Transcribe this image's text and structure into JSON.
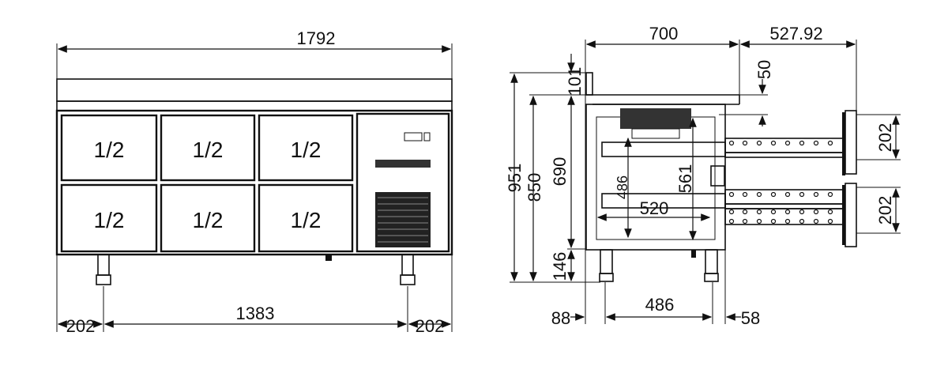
{
  "front_view": {
    "overall_width": "1792",
    "drawer_labels": [
      "1/2",
      "1/2",
      "1/2",
      "1/2",
      "1/2",
      "1/2"
    ],
    "leg_offset_left": "202",
    "leg_spacing": "1383",
    "leg_offset_right": "202"
  },
  "side_view": {
    "depth": "700",
    "drawer_extension": "527.92",
    "backsplash_height": "101",
    "top_offset": "50",
    "total_height": "951",
    "worktop_height": "850",
    "body_height": "690",
    "leg_height": "146",
    "inner_height_486": "486",
    "inner_height_561": "561",
    "inner_width": "520",
    "drawer_height_top": "202",
    "drawer_height_bottom": "202",
    "rear_offset": "88",
    "leg_spacing": "486",
    "front_offset": "58"
  }
}
